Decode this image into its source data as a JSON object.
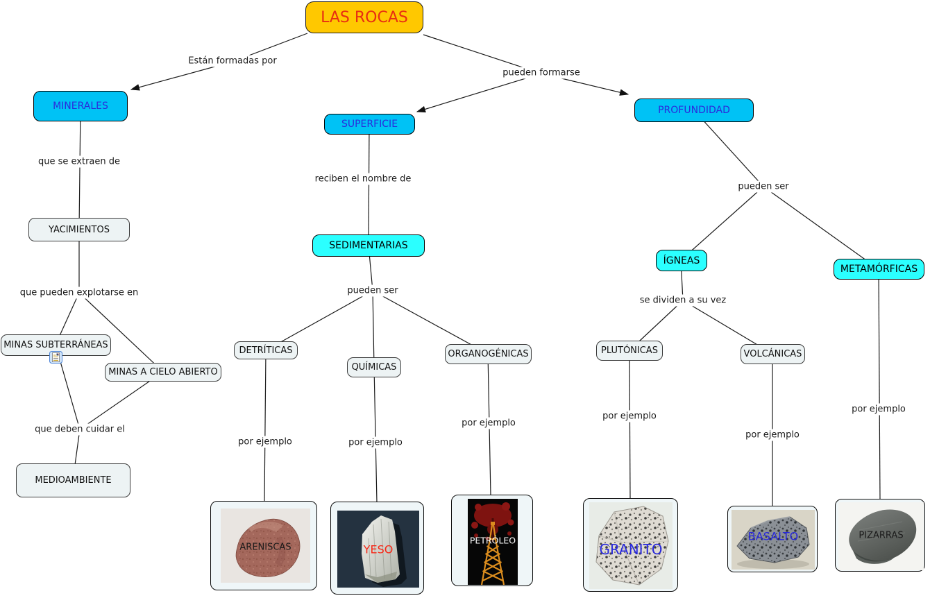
{
  "title": "LAS ROCAS",
  "colors": {
    "root_fill": "#FFC800",
    "root_text": "#E82D12",
    "level1_fill": "#00C2F5",
    "level1_text": "#2B2BDC",
    "level2_fill": "#2BFFFF",
    "level2_text": "#000000",
    "plain_fill": "#EDF3F4",
    "line": "#1A1A1A",
    "areniscas_text": "#1A1A1A",
    "yeso_text": "#F62817",
    "petroleo_text": "#FFFFFF",
    "granito_text": "#2828DC",
    "basalto_text": "#2828DC",
    "pizarras_text": "#1A1A1A"
  },
  "nodes": {
    "minerales": "MINERALES",
    "yacimientos": "YACIMIENTOS",
    "minas_subterraneas": "MINAS SUBTERRÁNEAS",
    "minas_cielo_abierto": "MINAS A CIELO ABIERTO",
    "medioambiente": "MEDIOAMBIENTE",
    "superficie": "SUPERFICIE",
    "sedimentarias": "SEDIMENTARIAS",
    "detriticas": "DETRÍTICAS",
    "quimicas": "QUÍMICAS",
    "organogenicas": "ORGANOGÉNICAS",
    "profundidad": "PROFUNDIDAD",
    "igneas": "ÍGNEAS",
    "metamorficas": "METAMÓRFICAS",
    "plutonicas": "PLUTÓNICAS",
    "volcanicas": "VOLCÁNICAS"
  },
  "edges": {
    "estan_formadas_por": "Están formadas por",
    "pueden_formarse": "pueden formarse",
    "que_se_extraen_de": "que se extraen de",
    "que_pueden_explotarse_en": "que pueden explotarse en",
    "que_deben_cuidar_el": "que deben cuidar el",
    "reciben_el_nombre_de": "reciben el nombre de",
    "pueden_ser": "pueden ser",
    "se_dividen_a_su_vez": "se dividen a su vez",
    "por_ejemplo": "por ejemplo"
  },
  "examples": {
    "areniscas": "ARENISCAS",
    "yeso": "YESO",
    "petroleo": "PETRÓLEO",
    "granito": "GRANITO",
    "basalto": "BASALTO",
    "pizarras": "PIZARRAS"
  },
  "icons": {
    "resource_attachment": "document-with-image"
  }
}
